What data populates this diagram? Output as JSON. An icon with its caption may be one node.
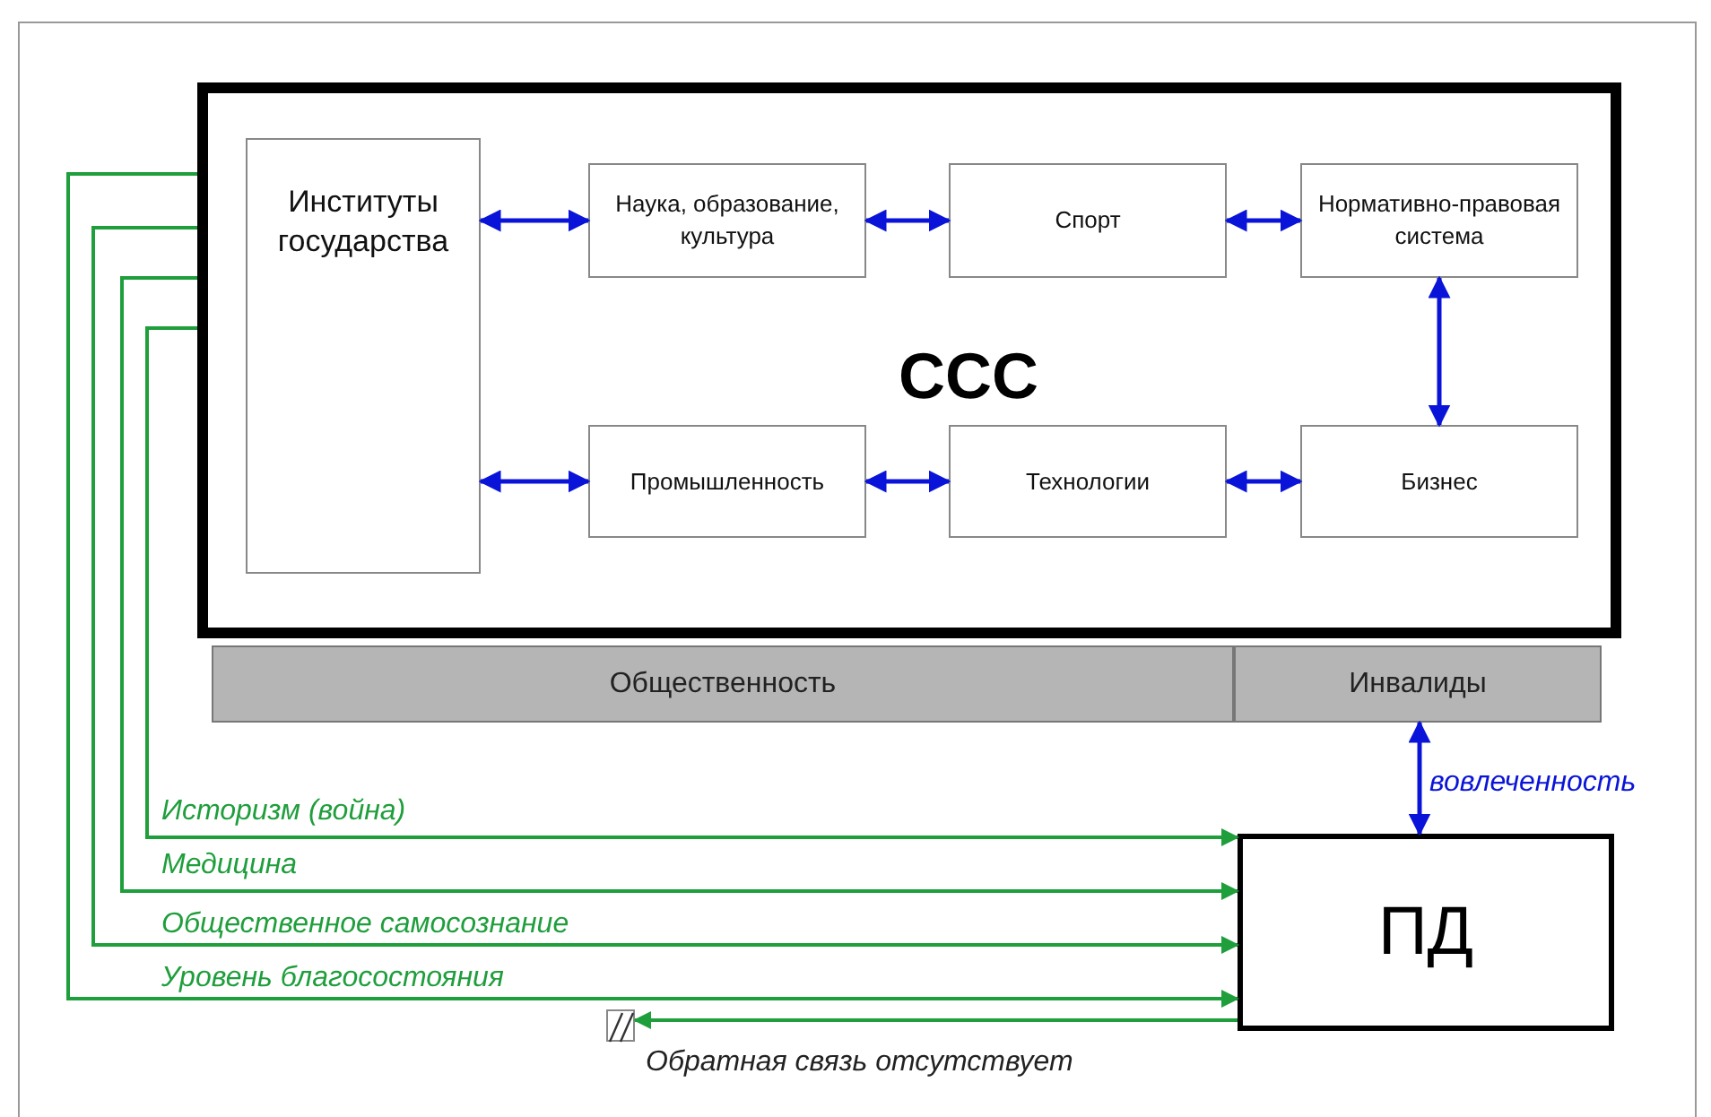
{
  "diagram": {
    "nodes": [
      {
        "text": [
          "ССС"
        ]
      },
      {
        "text": [
          "Институты государства"
        ],
        "in": 0
      },
      {
        "text": [
          "Наука, образование, культура"
        ],
        "in": 0
      },
      {
        "text": [
          "Спорт"
        ],
        "in": 0
      },
      {
        "text": [
          "Нормативно-правовая система"
        ],
        "in": 0
      },
      {
        "text": [
          "Промышленность"
        ],
        "in": 0
      },
      {
        "text": [
          "Технологии"
        ],
        "in": 0
      },
      {
        "text": [
          "Бизнес"
        ],
        "in": 0
      },
      {
        "text": [
          "Общественность"
        ]
      },
      {
        "text": [
          "Инвалиды"
        ]
      },
      {
        "text": [
          "ПД"
        ]
      },
      {
        "text": [],
        "shape": "break"
      }
    ],
    "edges": [
      {
        "from": 1,
        "to": 2,
        "arrow": "both"
      },
      {
        "from": 2,
        "to": 3,
        "arrow": "both"
      },
      {
        "from": 3,
        "to": 4,
        "arrow": "both"
      },
      {
        "from": 4,
        "to": 7,
        "arrow": "both"
      },
      {
        "from": 1,
        "to": 5,
        "arrow": "both"
      },
      {
        "from": 5,
        "to": 6,
        "arrow": "both"
      },
      {
        "from": 6,
        "to": 7,
        "arrow": "both"
      },
      {
        "from": 9,
        "to": 10,
        "arrow": "both",
        "label": "вовлеченность"
      },
      {
        "from": 0,
        "to": 10,
        "arrow": "to",
        "label": "Историзм (война)",
        "color": "#1f9e3c"
      },
      {
        "from": 0,
        "to": 10,
        "arrow": "to",
        "label": "Медицина",
        "color": "#1f9e3c"
      },
      {
        "from": 0,
        "to": 10,
        "arrow": "to",
        "label": "Общественное самосознание",
        "color": "#1f9e3c"
      },
      {
        "from": 0,
        "to": 10,
        "arrow": "to",
        "label": "Уровень благосостояния",
        "color": "#1f9e3c"
      },
      {
        "from": 10,
        "to": 11,
        "arrow": "to",
        "label": "Обратная связь отсутствует",
        "color": "#1f9e3c"
      }
    ]
  }
}
